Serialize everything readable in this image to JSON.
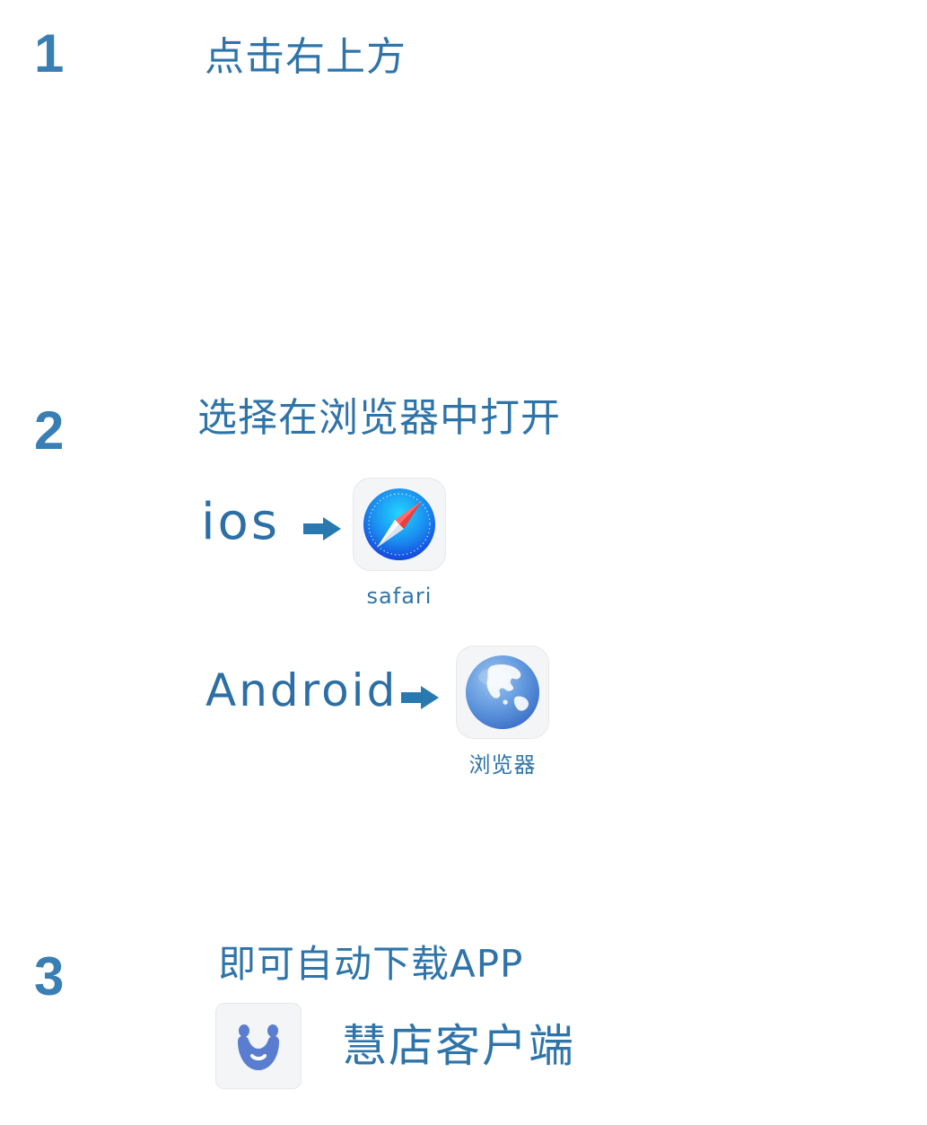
{
  "steps": [
    {
      "number": "1",
      "title": "点击右上方"
    },
    {
      "number": "2",
      "title": "选择在浏览器中打开"
    },
    {
      "number": "3",
      "title": "即可自动下载APP"
    }
  ],
  "platforms": {
    "ios": {
      "label": "ios",
      "app_label": "safari",
      "icon": "safari-compass-icon"
    },
    "android": {
      "label": "Android",
      "app_label": "浏览器",
      "icon": "browser-globe-icon"
    }
  },
  "app": {
    "name": "慧店客户端",
    "icon": "huidian-logo-icon"
  },
  "colors": {
    "text": "#2f74a9",
    "number": "#3a7fb4",
    "arrow": "#2879b0",
    "tile": "#f4f5f7"
  }
}
